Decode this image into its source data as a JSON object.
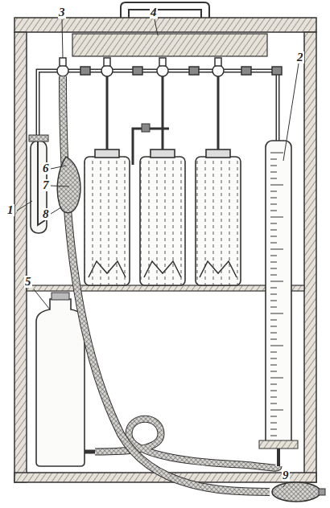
{
  "diagram": {
    "labels": [
      "3",
      "4",
      "6",
      "7",
      "8",
      "1",
      "5",
      "2",
      "9"
    ]
  }
}
